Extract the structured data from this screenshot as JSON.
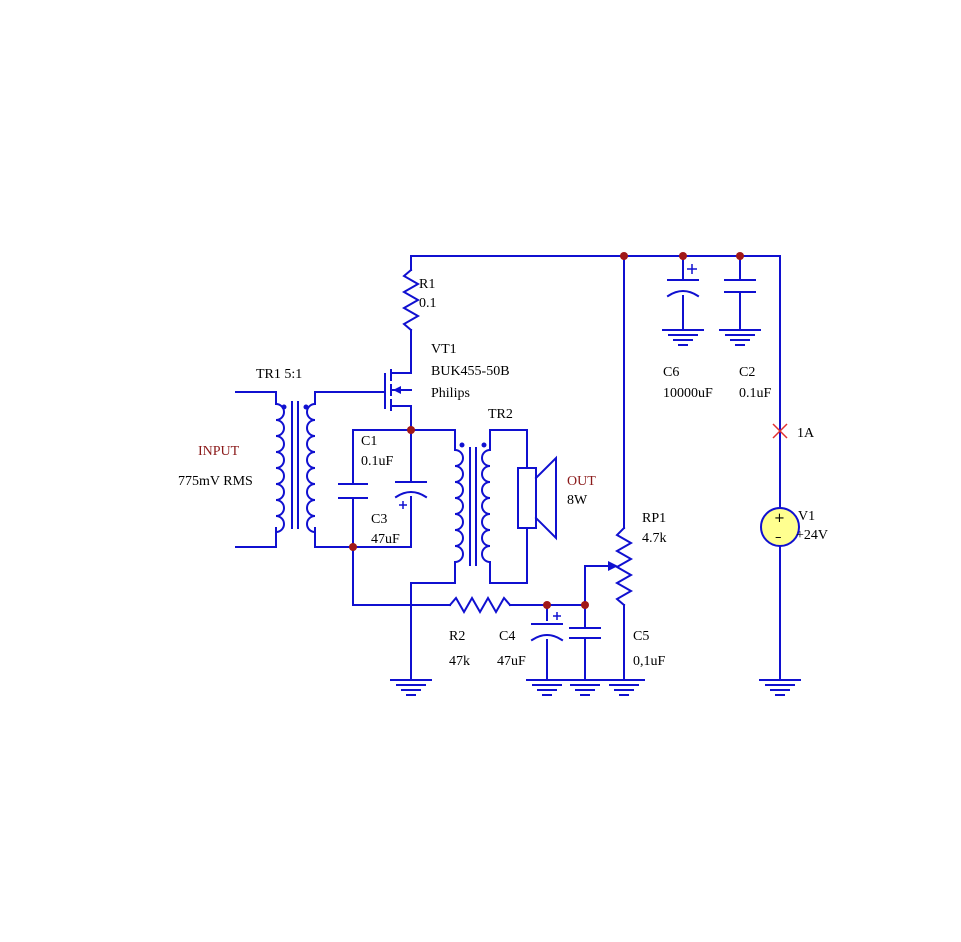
{
  "labels": {
    "tr1": "TR1  5:1",
    "input": "INPUT",
    "input_level": "775mV RMS",
    "r1_name": "R1",
    "r1_value": "0.1",
    "vt1_name": "VT1",
    "vt1_part": "BUK455-50B",
    "vt1_maker": "Philips",
    "tr2": "TR2",
    "c1_name": "C1",
    "c1_value": "0.1uF",
    "c3_name": "C3",
    "c3_value": "47uF",
    "out": "OUT",
    "out_power": "8W",
    "rp1_name": "RP1",
    "rp1_value": "4.7k",
    "r2_name": "R2",
    "r2_value": "47k",
    "c4_name": "C4",
    "c4_value": "47uF",
    "c5_name": "C5",
    "c5_value": "0,1uF",
    "c6_name": "C6",
    "c6_value": "10000uF",
    "c2_name": "C2",
    "c2_value": "0.1uF",
    "current": "1A",
    "v1_name": "V1",
    "v1_value": "+24V"
  },
  "colors": {
    "wire": "#1010d0",
    "junction": "#a01818",
    "accent_label": "#8b1a1a",
    "source_fill": "#ffff90",
    "current_marker": "#e03030"
  }
}
